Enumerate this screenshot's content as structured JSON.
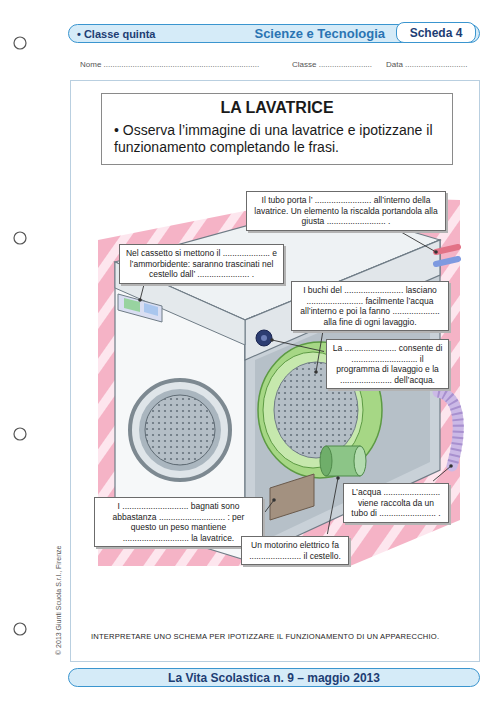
{
  "diagram": {
    "title": "LA LAVATRICE",
    "nodes": [
      {
        "text": [
          "• Classe quinta",
          "Scienze e Tecnologia"
        ]
      },
      {
        "text": [
          "Scheda 4"
        ],
        "in": 0
      },
      {
        "text": [
          "INTERPRETARE UNO SCHEMA PER IPOTIZZARE IL FUNZIONAMENTO DI UN APPARECCHIO."
        ]
      },
      {
        "text": [
          "• Osserva l’immagine di una lavatrice e ipotizzane il funzionamento completando le frasi."
        ],
        "in": 2
      },
      {
        "text": [
          "Il tubo porta l’ ........................ all’interno della lavatrice. Un elemento la riscalda portandola alla giusta ......................... ."
        ],
        "in": 2
      },
      {
        "text": [
          "Nel cassetto si mettono il .................... e l’ammorbidente: saranno trascinati nel cestello dall’ ...................... ."
        ],
        "in": 2
      },
      {
        "text": [
          "I buchi del ......................... lasciano ........................ facilmente l’acqua all’interno e poi la fanno .................... alla fine di ogni lavaggio."
        ],
        "in": 2
      },
      {
        "text": [
          "La ...................... consente di ............................ il programma di lavaggio e la ...................... dell’acqua."
        ],
        "in": 2
      },
      {
        "text": [
          "L’acqua ........................ viene raccolta da un tubo di ........................ ."
        ],
        "in": 2
      },
      {
        "text": [
          "I ............................ bagnati sono abbastanza ............................ : per questo un peso mantiene ............................ la lavatrice."
        ],
        "in": 2
      },
      {
        "text": [
          "Un motorino elettrico fa ...................... il cestello."
        ],
        "in": 2
      },
      {
        "text": [
          "La Vita Scolastica n. 9 – maggio 2013"
        ]
      }
    ],
    "labels": [
      "Nome ......................................................................",
      "Classe ........................",
      "Data ............................",
      "© 2013 Giunti Scuola S.r.l., Firenze"
    ]
  }
}
